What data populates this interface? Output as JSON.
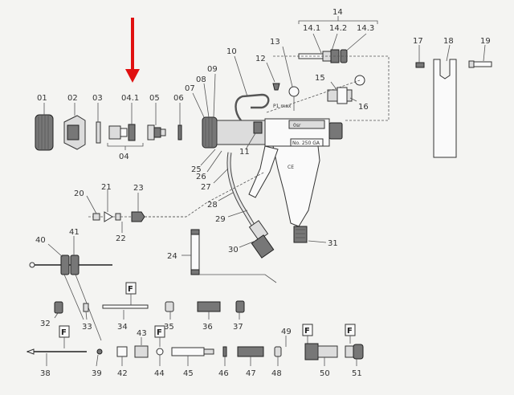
{
  "labels": {
    "p01": "01",
    "p02": "02",
    "p03": "03",
    "p04_1": "04.1",
    "p04": "04",
    "p05": "05",
    "p06": "06",
    "p07": "07",
    "p08": "08",
    "p09": "09",
    "p10": "10",
    "p11": "11",
    "p12": "12",
    "p13": "13",
    "p14": "14",
    "p14_1": "14.1",
    "p14_2": "14.2",
    "p14_3": "14.3",
    "p15": "15",
    "p16": "16",
    "p17": "17",
    "p18": "18",
    "p19": "19",
    "p20": "20",
    "p21": "21",
    "p22": "22",
    "p23": "23",
    "p24": "24",
    "p25": "25",
    "p26": "26",
    "p27": "27",
    "p28": "28",
    "p29": "29",
    "p30": "30",
    "p31": "31",
    "p32": "32",
    "p33": "33",
    "p34": "34",
    "p35": "35",
    "p36": "36",
    "p37": "37",
    "p38": "38",
    "p39": "39",
    "p40": "40",
    "p41": "41",
    "p42": "42",
    "p43": "43",
    "p44": "44",
    "p45": "45",
    "p46": "46",
    "p47": "47",
    "p48": "48",
    "p49": "49",
    "p50": "50",
    "p51": "51"
  },
  "fmarks": {
    "f1": "F",
    "f2": "F",
    "f3": "F",
    "f4": "F",
    "f5": "F",
    "f6": "F"
  },
  "gun_text": {
    "ce": "CE",
    "model": "No. 250 GA",
    "p1": "P1 max",
    "brand": "0sr"
  },
  "arrow_color": "#e01010"
}
